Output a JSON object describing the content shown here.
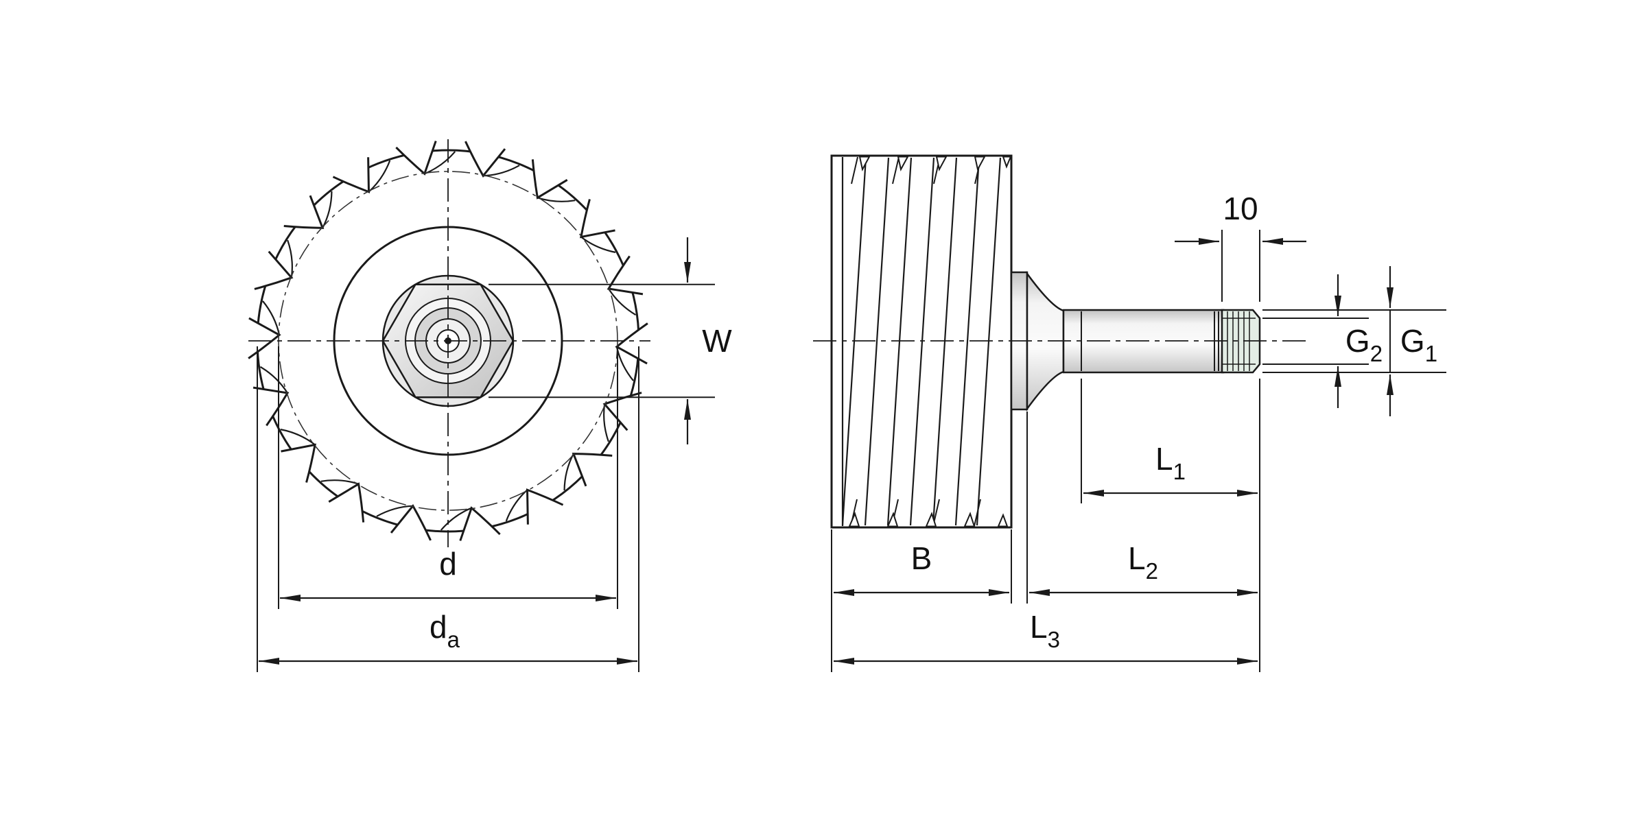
{
  "drawing": {
    "background": "#ffffff",
    "stroke": "#1a1a1a",
    "colors": {
      "abrasive_ring": "#d9c4ce",
      "hub_ring": "#dde9e2",
      "thread": "#e3ede5",
      "washer": "#e9e9e9"
    },
    "front_view": {
      "labels": {
        "d": {
          "base": "d",
          "sub": ""
        },
        "da": {
          "base": "d",
          "sub": "a"
        },
        "W": {
          "base": "W",
          "sub": ""
        }
      }
    },
    "side_view": {
      "labels": {
        "ten": {
          "base": "10",
          "sub": ""
        },
        "G2": {
          "base": "G",
          "sub": "2"
        },
        "G1": {
          "base": "G",
          "sub": "1"
        },
        "L1": {
          "base": "L",
          "sub": "1"
        },
        "L2": {
          "base": "L",
          "sub": "2"
        },
        "L3": {
          "base": "L",
          "sub": "3"
        },
        "B": {
          "base": "B",
          "sub": ""
        }
      }
    }
  }
}
